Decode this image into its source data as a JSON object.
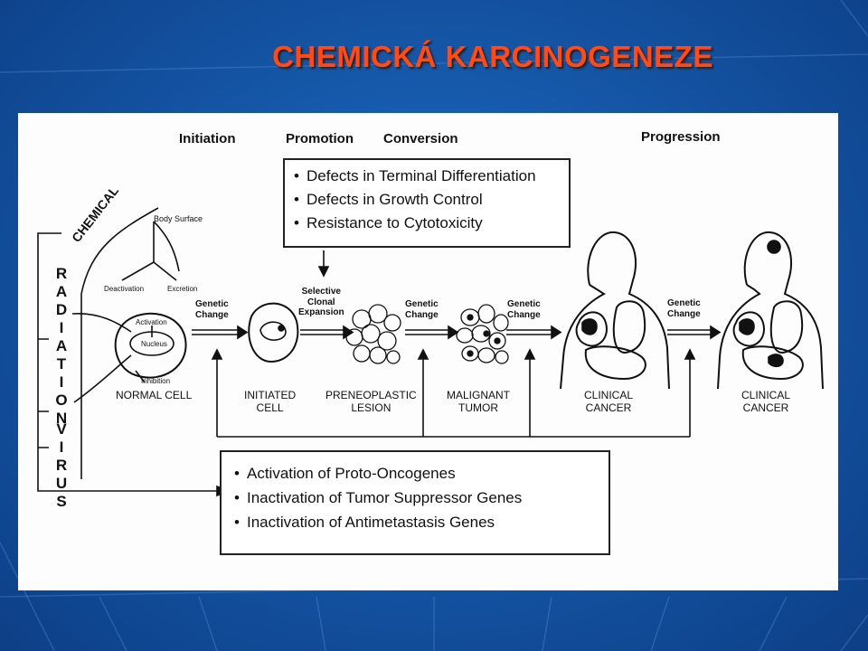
{
  "title": "CHEMICKÁ KARCINOGENEZE",
  "stages": {
    "initiation": "Initiation",
    "promotion": "Promotion",
    "conversion": "Conversion",
    "progression": "Progression"
  },
  "top_box": {
    "bullet": "•",
    "items": [
      "Defects in Terminal Differentiation",
      "Defects in Growth Control",
      "Resistance to Cytotoxicity"
    ]
  },
  "bottom_box": {
    "bullets": [
      "•",
      "•",
      "•"
    ],
    "items": [
      "Activation of Proto-Oncogenes",
      "Inactivation of Tumor Suppressor Genes",
      "Inactivation of Antimetastasis Genes"
    ]
  },
  "agents": {
    "chemical": "CHEMICAL",
    "radiation": [
      "R",
      "A",
      "D",
      "I",
      "A",
      "T",
      "I",
      "O",
      "N"
    ],
    "virus": [
      "V",
      "I",
      "R",
      "U",
      "S"
    ]
  },
  "cell_labels": {
    "body_surface": "Body Surface",
    "deactivation": "Deactivation",
    "excretion": "Excretion",
    "activation": "Activation",
    "nucleus": "Nucleus",
    "inhibition": "Inhibition"
  },
  "transitions": {
    "genetic_change_1": [
      "Genetic",
      "Change"
    ],
    "selective": [
      "Selective",
      "Clonal",
      "Expansion"
    ],
    "genetic_change_2": [
      "Genetic",
      "Change"
    ],
    "genetic_change_3": [
      "Genetic",
      "Change"
    ],
    "genetic_change_4": [
      "Genetic",
      "Change"
    ]
  },
  "captions": {
    "normal_cell": "NORMAL CELL",
    "initiated_cell": [
      "INITIATED",
      "CELL"
    ],
    "preneoplastic": [
      "PRENEOPLASTIC",
      "LESION"
    ],
    "malignant": [
      "MALIGNANT",
      "TUMOR"
    ],
    "clinical_1": [
      "CLINICAL",
      "CANCER"
    ],
    "clinical_2": [
      "CLINICAL",
      "CANCER"
    ]
  },
  "colors": {
    "title": "#ff4a1c",
    "background": "#1557a8",
    "figure": "#fdfdfd"
  }
}
